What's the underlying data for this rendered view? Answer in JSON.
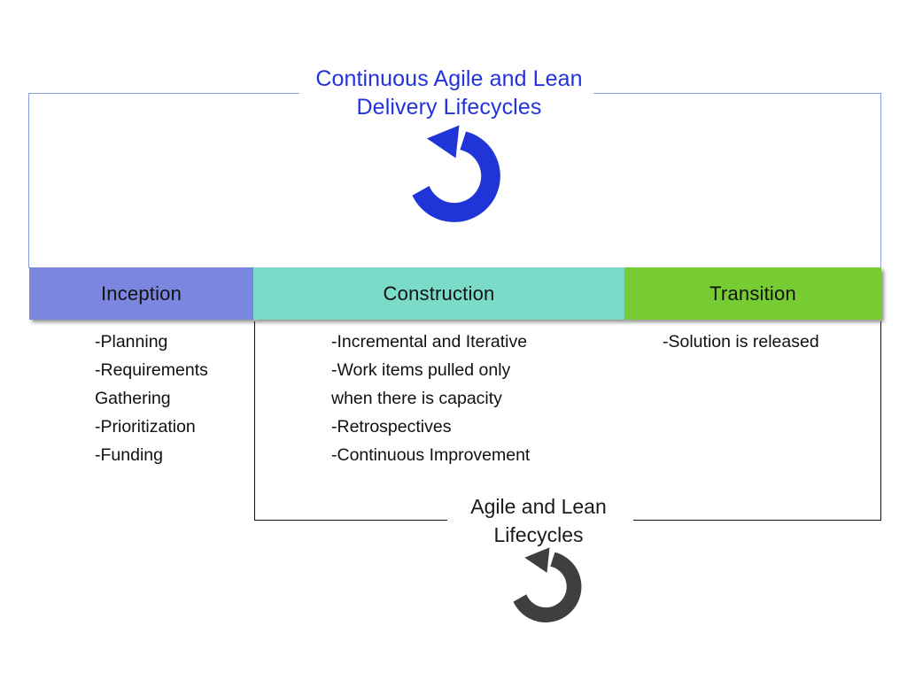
{
  "slide": {
    "background_color": "#ffffff",
    "top_title": {
      "lines": [
        "Continuous Agile and Lean",
        "Delivery Lifecycles"
      ],
      "color": "#2233dd"
    },
    "bottom_title": {
      "lines": [
        "Agile and Lean",
        "Lifecycles"
      ],
      "color": "#1a1a1a"
    },
    "icons": {
      "top_cycle_arrow": "circular-refresh-arrow-icon",
      "top_cycle_arrow_color": "#1f35d8",
      "bottom_cycle_arrow": "circular-refresh-arrow-icon",
      "bottom_cycle_arrow_color": "#3f3f3f"
    },
    "boxes": {
      "upper_outline_color": "#8b9ce4",
      "lower_outline_color": "#131313"
    },
    "phases": [
      {
        "key": "inception",
        "label": "Inception",
        "color": "#7b86de",
        "items": [
          "-Planning",
          "-Requirements",
          "Gathering",
          "-Prioritization",
          "-Funding"
        ]
      },
      {
        "key": "construction",
        "label": "Construction",
        "color": "#7adcc8",
        "items": [
          "-Incremental and Iterative",
          "-Work items pulled only",
          "when there is capacity",
          "-Retrospectives",
          "-Continuous Improvement"
        ]
      },
      {
        "key": "transition",
        "label": "Transition",
        "color": "#77cc33",
        "items": [
          "-Solution is released"
        ]
      }
    ]
  }
}
